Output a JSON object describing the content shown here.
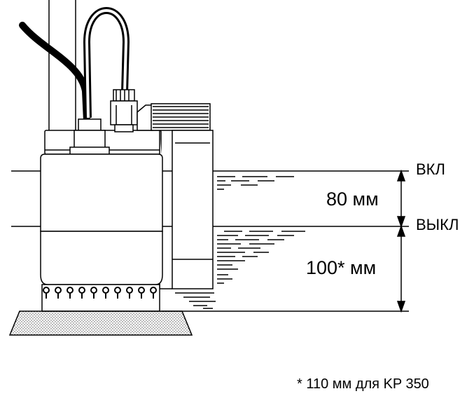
{
  "diagram": {
    "labels": {
      "on": "ВКЛ",
      "off": "ВЫКЛ",
      "dim_upper": "80 мм",
      "dim_lower": "100* мм",
      "footnote": "* 110 мм для KP 350"
    },
    "colors": {
      "line": "#000000",
      "fill": "#ffffff",
      "base_dots": "#555555"
    },
    "icons": {
      "on_arrow": "double-arrow-vertical",
      "off_arrow": "double-arrow-vertical"
    }
  }
}
